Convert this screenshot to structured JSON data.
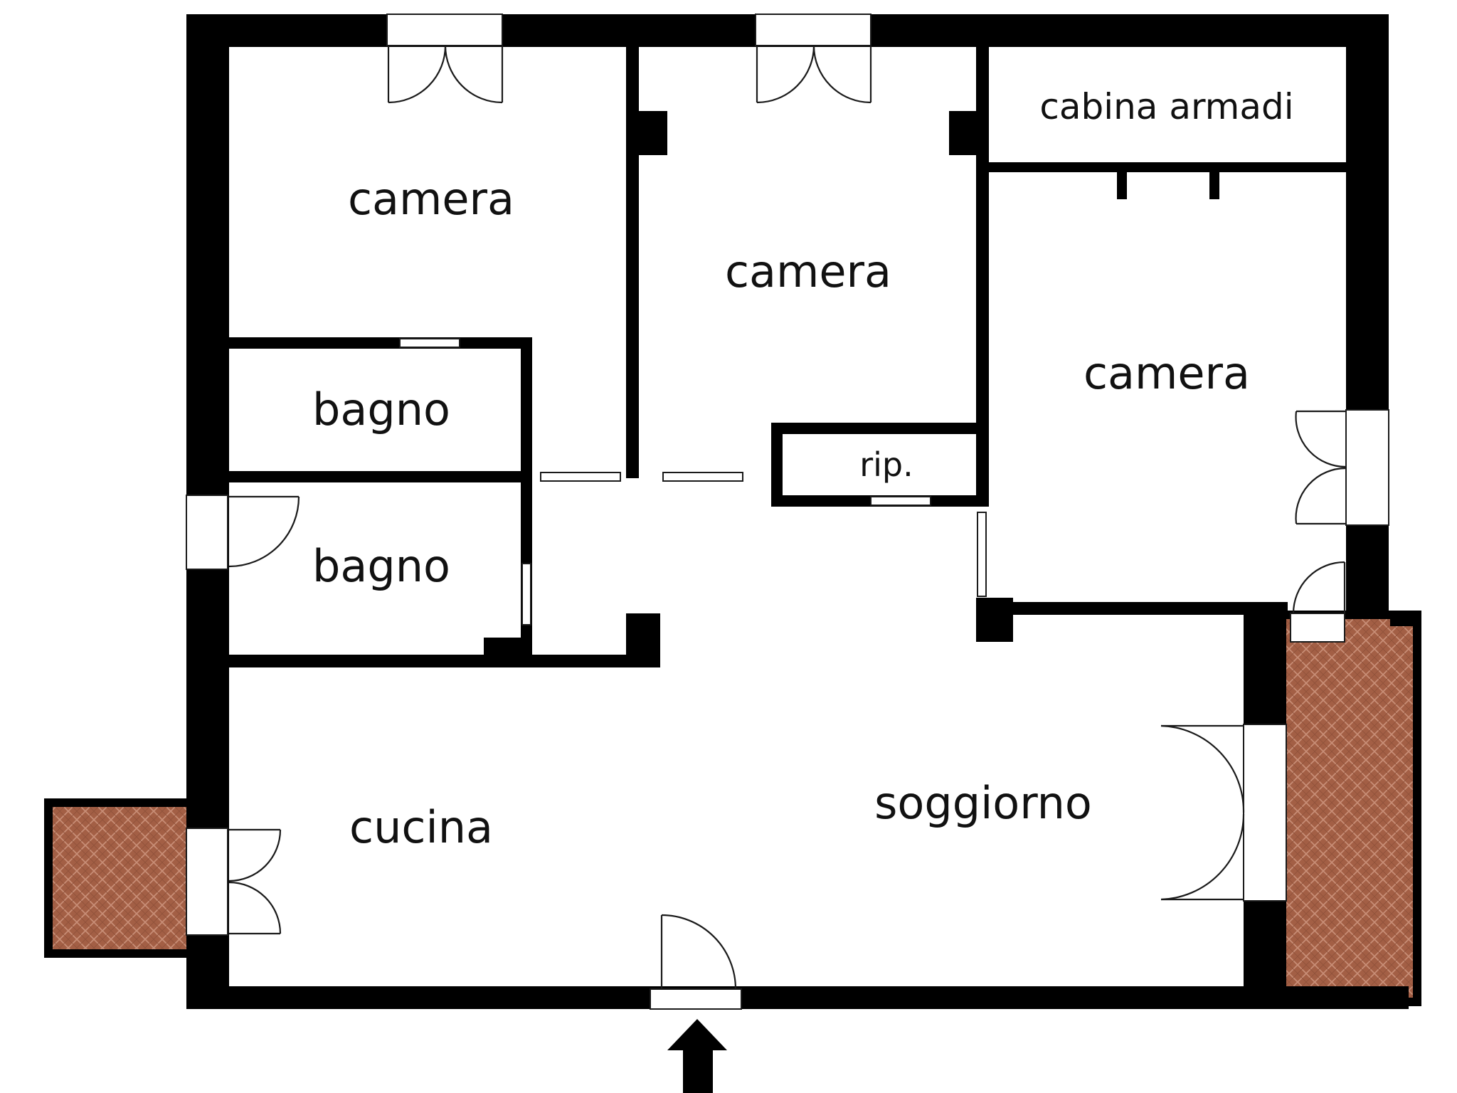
{
  "plan": {
    "rooms": [
      {
        "id": "camera-1",
        "label": "camera"
      },
      {
        "id": "camera-2",
        "label": "camera"
      },
      {
        "id": "camera-3",
        "label": "camera"
      },
      {
        "id": "cabina-armadi",
        "label": "cabina armadi"
      },
      {
        "id": "bagno-1",
        "label": "bagno"
      },
      {
        "id": "bagno-2",
        "label": "bagno"
      },
      {
        "id": "ripostiglio",
        "label": "rip."
      },
      {
        "id": "cucina",
        "label": "cucina"
      },
      {
        "id": "soggiorno",
        "label": "soggiorno"
      }
    ],
    "terrace_icon": "herringbone-tile-pattern",
    "entrance_icon": "entrance-arrow-icon"
  },
  "colors": {
    "wall": "#000000",
    "floor": "#ffffff",
    "terrace_tile": "#a35f45",
    "terrace_grout": "#c98f78"
  }
}
